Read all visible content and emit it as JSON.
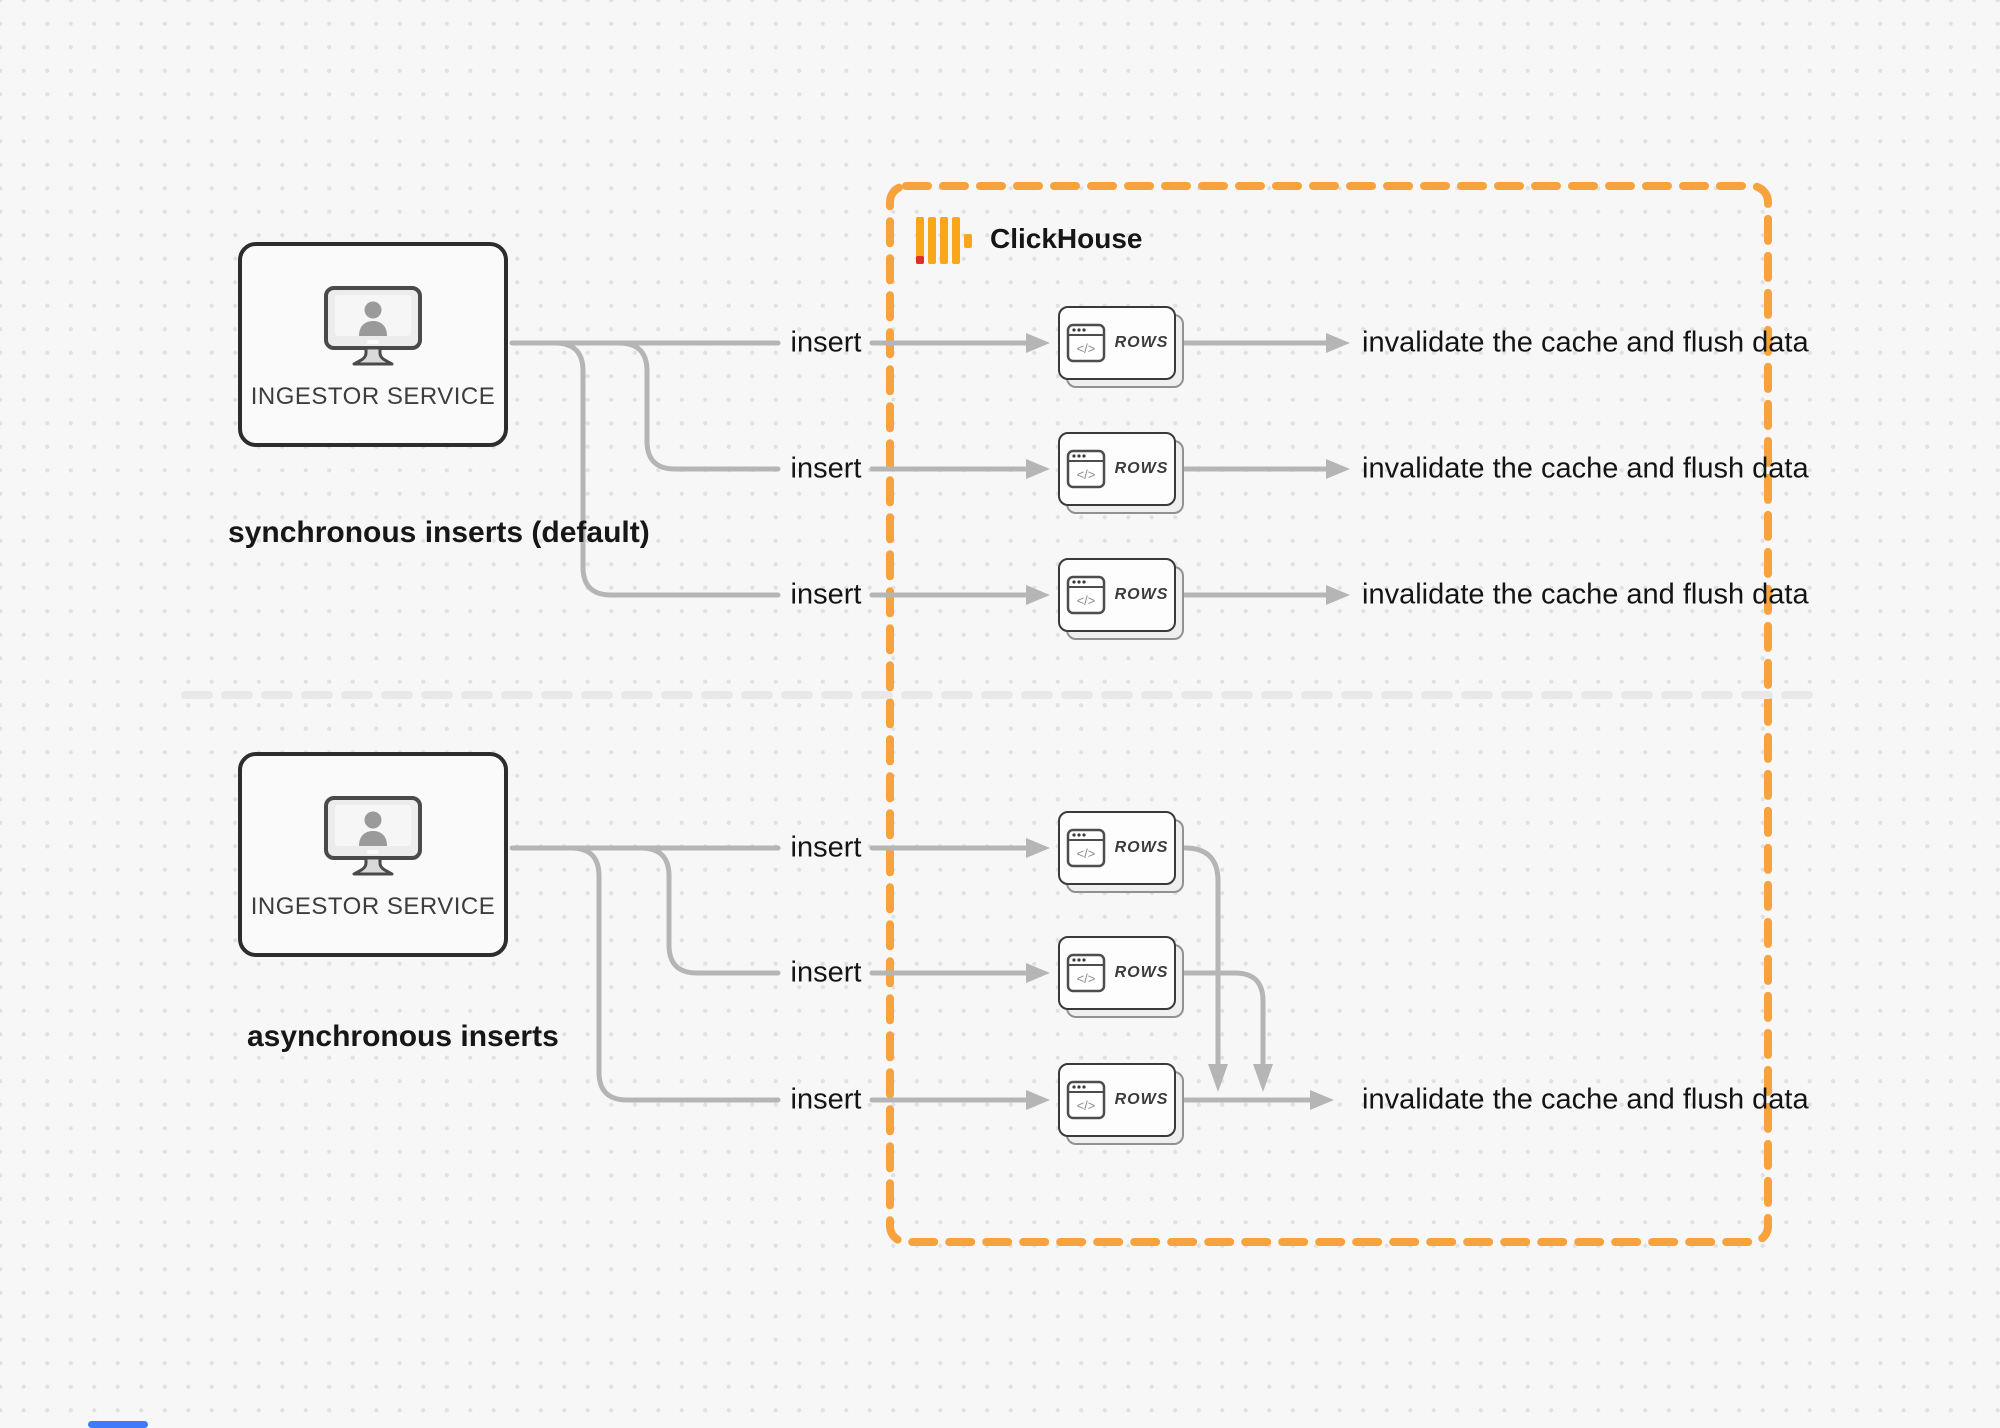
{
  "header": {
    "brand": "ClickHouse"
  },
  "sync_section": {
    "source_label": "INGESTOR SERVICE",
    "caption": "synchronous inserts (default)",
    "rows": [
      {
        "insert_label": "insert",
        "card_label": "ROWS",
        "result_label": "invalidate the cache and flush data"
      },
      {
        "insert_label": "insert",
        "card_label": "ROWS",
        "result_label": "invalidate the cache and flush data"
      },
      {
        "insert_label": "insert",
        "card_label": "ROWS",
        "result_label": "invalidate the cache and flush data"
      }
    ]
  },
  "async_section": {
    "source_label": "INGESTOR SERVICE",
    "caption": "asynchronous inserts",
    "rows": [
      {
        "insert_label": "insert",
        "card_label": "ROWS"
      },
      {
        "insert_label": "insert",
        "card_label": "ROWS"
      },
      {
        "insert_label": "insert",
        "card_label": "ROWS"
      }
    ],
    "result_label": "invalidate the cache and flush data"
  },
  "icons": {
    "code_glyph": "</>"
  },
  "colors": {
    "boundary_orange": "#F8A23E",
    "logo_yellow": "#FAA61A",
    "logo_red": "#E02D28",
    "connector_gray": "#B5B5B5",
    "divider_gray": "#E8E8EA",
    "text_dark": "#141414"
  }
}
